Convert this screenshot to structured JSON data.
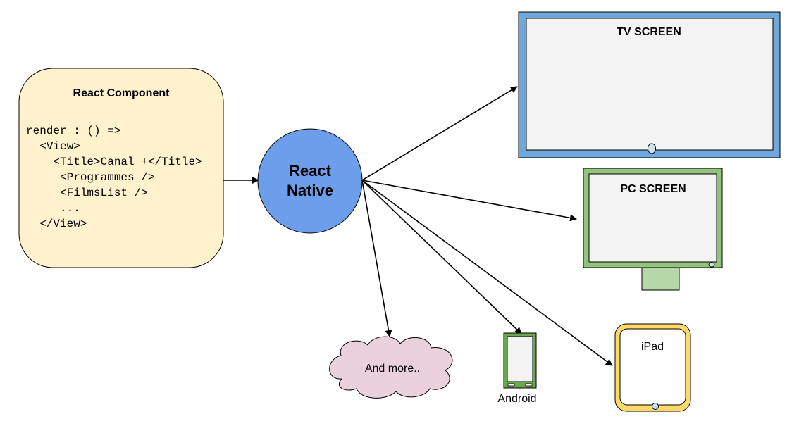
{
  "component": {
    "title": "React Component",
    "code_lines": [
      "render : () =>",
      "  <View>",
      "    <Title>Canal +</Title>",
      "     <Programmes />",
      "     <FilmsList />",
      "     ...",
      "  </View>"
    ]
  },
  "hub": {
    "line1": "React",
    "line2": "Native"
  },
  "targets": {
    "tv": "TV SCREEN",
    "pc": "PC SCREEN",
    "ipad": "iPad",
    "android": "Android",
    "more": "And more.."
  },
  "colors": {
    "component_fill": "#fff2cc",
    "hub_fill": "#6d9eeb",
    "tv_frame": "#6fa8dc",
    "pc_frame": "#93c47d",
    "pc_stand": "#b6d7a8",
    "ipad_frame": "#ffd966",
    "android_frame": "#6aa84f",
    "screen_fill": "#f3f3f3",
    "cloud_fill": "#ead1dc"
  }
}
